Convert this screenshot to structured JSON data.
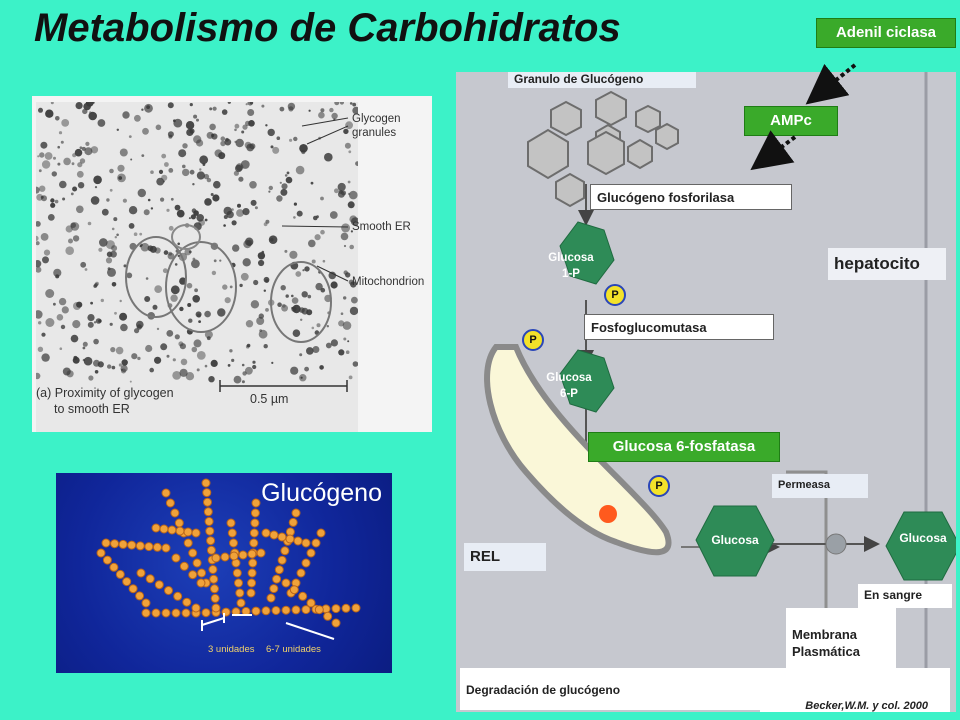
{
  "title": "Metabolismo de Carbohidratos",
  "micrograph": {
    "labels": [
      "Glycogen\ngranules",
      "Smooth ER",
      "Mitochondrion"
    ],
    "caption_line1": "(a) Proximity of glycogen",
    "caption_line2": "to smooth ER",
    "scale": "0.5 µm"
  },
  "glycogen_panel": {
    "title": "Glucógeno",
    "unit_label_1": "3 unidades",
    "unit_label_2": "6-7 unidades"
  },
  "diagram": {
    "adenil_ciclasa": "Adenil ciclasa",
    "ampc": "AMPc",
    "granulo": "Granulo de Glucógeno",
    "fosforilasa": "Glucógeno  fosforilasa",
    "glucosa_1p": "Glucosa\n1-P",
    "hepatocito": "hepatocito",
    "p_label": "P",
    "fosfoglucomutasa": "Fosfoglucomutasa",
    "glucosa_6p": "Glucosa\n6-P",
    "glucosa_6_fosfatasa": "Glucosa 6-fosfatasa",
    "permeasa": "Permeasa",
    "glucosa": "Glucosa",
    "rel": "REL",
    "en_sangre": "En sangre",
    "membrana": "Membrana\nPlasmática",
    "degradacion": "Degradación de glucógeno",
    "credit": "Becker,W.M. y col. 2000"
  },
  "colors": {
    "background": "#3cf2c8",
    "hexagon_green": "#2e8b57",
    "tag_green": "#3aaa2a",
    "phosphate_yellow": "#f3e22a"
  }
}
